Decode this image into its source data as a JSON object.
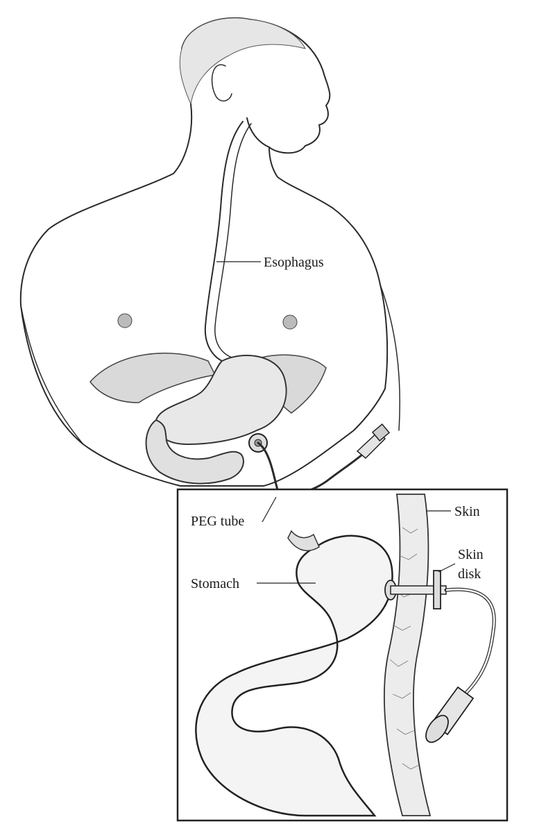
{
  "labels": {
    "esophagus": "Esophagus",
    "peg_tube": "PEG tube",
    "skin": "Skin",
    "skin_disk_line1": "Skin",
    "skin_disk_line2": "disk",
    "stomach": "Stomach"
  },
  "colors": {
    "ink": "#2a2a2a",
    "shade": "#d9d9d9",
    "background": "#ffffff"
  }
}
